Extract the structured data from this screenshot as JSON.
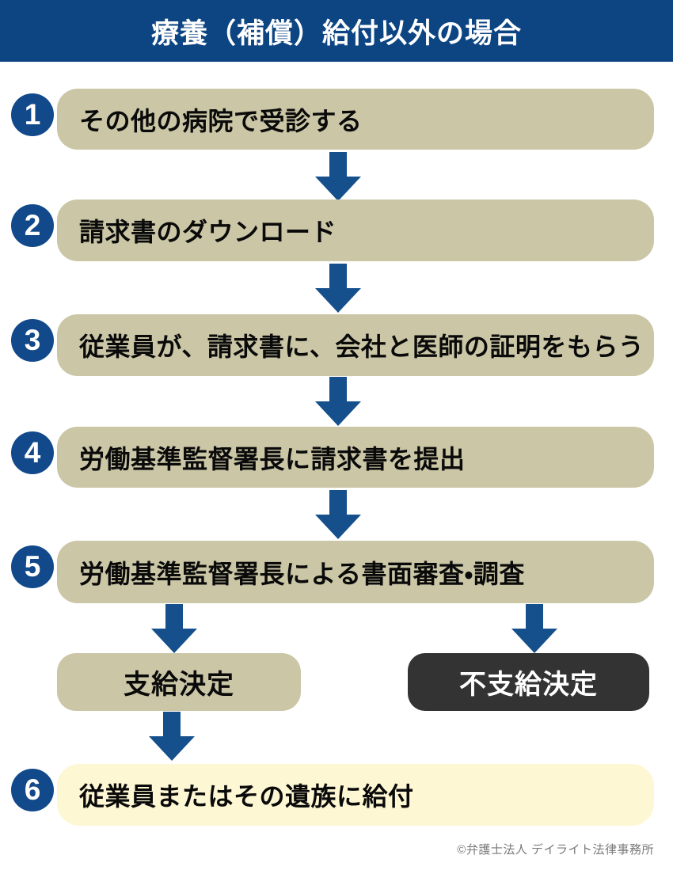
{
  "title": "療養（補償）給付以外の場合",
  "steps": [
    {
      "number": "1",
      "label": "その他の病院で受診する"
    },
    {
      "number": "2",
      "label": "請求書のダウンロード"
    },
    {
      "number": "3",
      "label": "従業員が、請求書に、会社と医師の証明をもらう"
    },
    {
      "number": "4",
      "label": "労働基準監督署長に請求書を提出"
    },
    {
      "number": "5",
      "label": "労働基準監督署長による書面審査・調査"
    },
    {
      "number": "6",
      "label": "従業員またはその遺族に給付"
    }
  ],
  "branches": {
    "approved": "支給決定",
    "rejected": "不支給決定"
  },
  "footer": "©弁護士法人 デイライト法律事務所",
  "icons": {
    "flow_arrow": "arrow-down-icon"
  },
  "colors": {
    "header_bg": "#0d4583",
    "step_box_bg": "#cac6a6",
    "final_box_bg": "#fdf7d3",
    "approved_box_bg": "#cac6a6",
    "rejected_box_bg": "#333333",
    "arrow_blue": "#15508c",
    "badge_blue": "#11498a",
    "text_black": "#0a0a0a",
    "footer_gray": "#7a7a7a"
  }
}
